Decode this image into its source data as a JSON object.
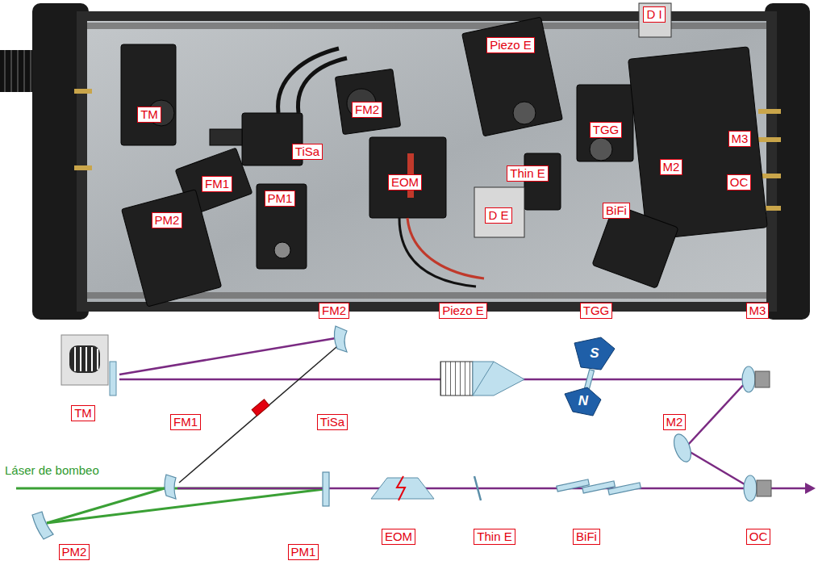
{
  "diagram": {
    "labels": [
      "D I",
      "Piezo E",
      "FM2",
      "TM",
      "TGG",
      "M3",
      "TiSa",
      "M2",
      "Thin E",
      "EOM",
      "OC",
      "FM1",
      "PM1",
      "BiFi",
      "D E",
      "PM2",
      "FM2",
      "Piezo E",
      "TGG",
      "M3",
      "S",
      "N",
      "TM",
      "FM1",
      "TiSa",
      "M2",
      "Láser de bombeo",
      "EOM",
      "Thin E",
      "BiFi",
      "OC",
      "PM2",
      "PM1"
    ]
  }
}
